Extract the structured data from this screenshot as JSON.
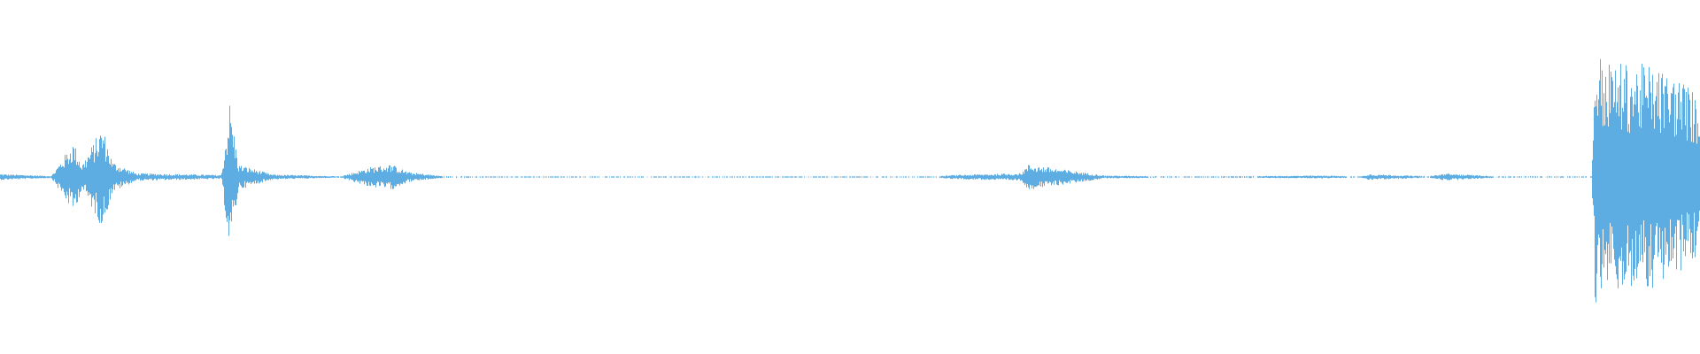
{
  "waveform": {
    "color": "#5DADE2",
    "background": "#FFFFFF",
    "duration_fraction_samples": 960,
    "envelope": [
      {
        "t": 0.0,
        "amp": 0.012
      },
      {
        "t": 0.03,
        "amp": 0.004
      },
      {
        "t": 0.043,
        "amp": 0.14
      },
      {
        "t": 0.048,
        "amp": 0.05
      },
      {
        "t": 0.06,
        "amp": 0.2
      },
      {
        "t": 0.066,
        "amp": 0.06
      },
      {
        "t": 0.08,
        "amp": 0.015
      },
      {
        "t": 0.13,
        "amp": 0.008
      },
      {
        "t": 0.135,
        "amp": 0.3
      },
      {
        "t": 0.14,
        "amp": 0.05
      },
      {
        "t": 0.16,
        "amp": 0.01
      },
      {
        "t": 0.2,
        "amp": 0.003
      },
      {
        "t": 0.218,
        "amp": 0.04
      },
      {
        "t": 0.23,
        "amp": 0.05
      },
      {
        "t": 0.24,
        "amp": 0.02
      },
      {
        "t": 0.26,
        "amp": 0.004
      },
      {
        "t": 0.3,
        "amp": 0.002
      },
      {
        "t": 0.55,
        "amp": 0.002
      },
      {
        "t": 0.56,
        "amp": 0.008
      },
      {
        "t": 0.6,
        "amp": 0.015
      },
      {
        "t": 0.605,
        "amp": 0.05
      },
      {
        "t": 0.62,
        "amp": 0.035
      },
      {
        "t": 0.65,
        "amp": 0.006
      },
      {
        "t": 0.7,
        "amp": 0.002
      },
      {
        "t": 0.78,
        "amp": 0.006
      },
      {
        "t": 0.8,
        "amp": 0.002
      },
      {
        "t": 0.805,
        "amp": 0.012
      },
      {
        "t": 0.84,
        "amp": 0.003
      },
      {
        "t": 0.85,
        "amp": 0.014
      },
      {
        "t": 0.88,
        "amp": 0.003
      },
      {
        "t": 0.936,
        "amp": 0.003
      },
      {
        "t": 0.938,
        "amp": 0.5
      },
      {
        "t": 0.945,
        "amp": 0.45
      },
      {
        "t": 0.97,
        "amp": 0.44
      },
      {
        "t": 0.99,
        "amp": 0.38
      },
      {
        "t": 1.0,
        "amp": 0.3
      }
    ]
  }
}
